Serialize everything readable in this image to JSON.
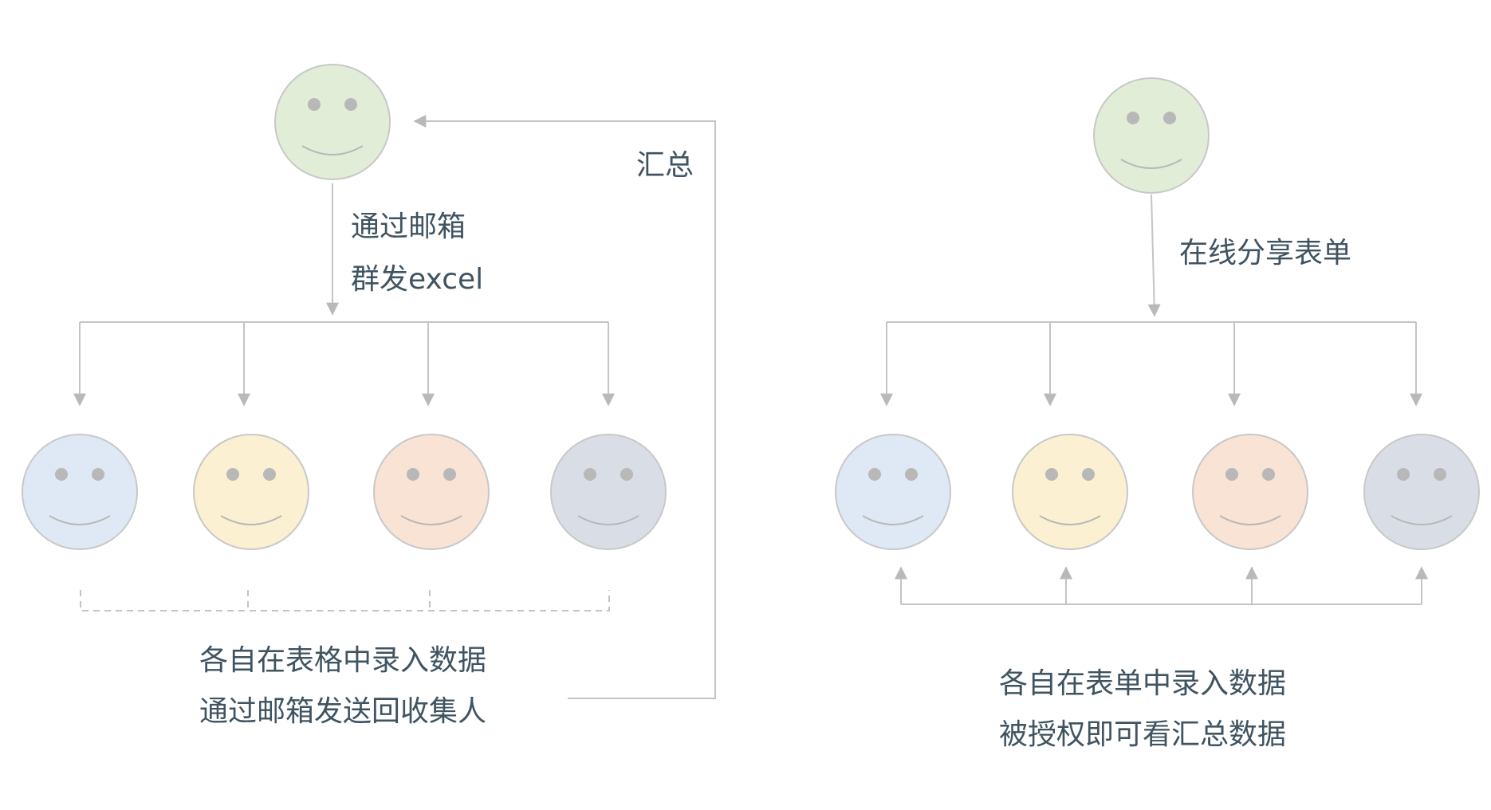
{
  "left_flow": {
    "send_label_line1": "通过邮箱",
    "send_label_line2": "群发excel",
    "collect_label": "汇总",
    "bottom_text_line1": "各自在表格中录入数据",
    "bottom_text_line2": "通过邮箱发送回收集人"
  },
  "right_flow": {
    "share_label": "在线分享表单",
    "bottom_text_line1": "各自在表单中录入数据",
    "bottom_text_line2": "被授权即可看汇总数据"
  },
  "colors": {
    "line": "#c4c4c4",
    "text": "#3f5360",
    "face_green": "#e1edd7",
    "face_blue": "#dfe9f6",
    "face_yellow": "#fbf0d1",
    "face_peach": "#f8e3d5",
    "face_gray": "#d9dee6",
    "face_outline": "#c8c8c8",
    "face_features": "#b8b8b8"
  }
}
